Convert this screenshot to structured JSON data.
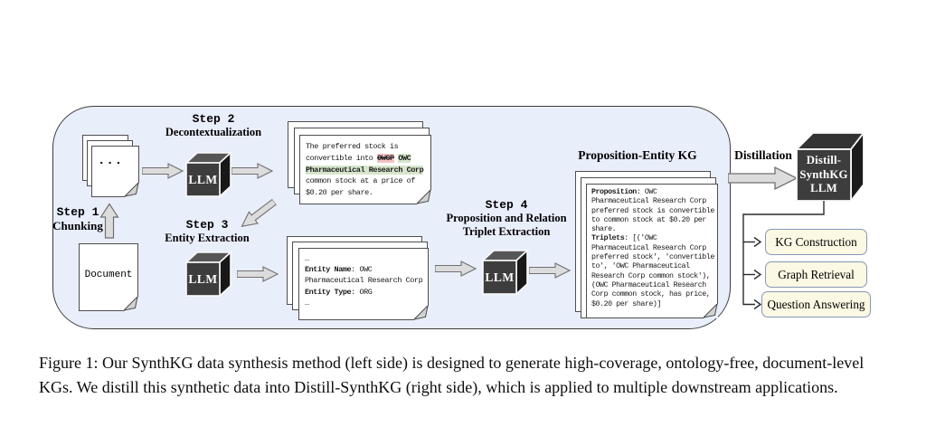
{
  "figure": {
    "caption": "Figure 1: Our SynthKG data synthesis method (left side) is designed to generate high-coverage, ontology-free, document-level KGs. We distill this synthetic data into Distill-SynthKG (right side), which is applied to multiple downstream applications."
  },
  "pipeline": {
    "step1": {
      "step_label": "Step 1",
      "name": "Chunking",
      "document_label": "Document",
      "ellipsis": "..."
    },
    "step2": {
      "step_label": "Step 2",
      "name": "Decontextualization",
      "llm_label": "LLM",
      "card_rows": [
        [
          {
            "t": "The preferred stock is convertible into "
          },
          {
            "t": "OWCP",
            "s": "strike"
          },
          {
            "t": " "
          },
          {
            "t": "OWC Pharmaceutical Research Corp",
            "s": "green"
          },
          {
            "t": " common stock at a price of $0.20 per share."
          }
        ]
      ]
    },
    "step3": {
      "step_label": "Step 3",
      "name": "Entity Extraction",
      "llm_label": "LLM",
      "card_rows": [
        [
          {
            "t": "…"
          }
        ],
        [
          {
            "t": "Entity Name",
            "s": "bold"
          },
          {
            "t": ": OWC Pharmaceutical Research Corp"
          }
        ],
        [
          {
            "t": "Entity Type",
            "s": "bold"
          },
          {
            "t": ": ORG"
          }
        ],
        [
          {
            "t": "…"
          }
        ]
      ]
    },
    "step4": {
      "step_label": "Step 4",
      "name_line1": "Proposition and Relation",
      "name_line2": "Triplet Extraction",
      "llm_label": "LLM"
    },
    "kg": {
      "title": "Proposition-Entity KG",
      "card_rows": [
        [
          {
            "t": "Proposition",
            "s": "bold"
          },
          {
            "t": ": OWC Pharmaceutical Research Corp preferred stock is convertible to common stock at $0.20 per share."
          }
        ],
        [
          {
            "t": "Triplets",
            "s": "bold"
          },
          {
            "t": ": [('OWC Pharmaceutical Research Corp preferred stock', 'convertible to', 'OWC Pharmaceutical Research Corp common stock'), (OWC Pharmaceutical Research Corp common stock, has price, $0.20 per share)]"
          }
        ]
      ]
    }
  },
  "distillation": {
    "label": "Distillation",
    "cube_lines": [
      "Distill-",
      "SynthKG",
      "LLM"
    ]
  },
  "applications": [
    {
      "label": "KG Construction"
    },
    {
      "label": "Graph Retrieval"
    },
    {
      "label": "Question Answering"
    }
  ],
  "colors": {
    "container_bg": "#e9eefb",
    "container_border": "#3c3c3c",
    "card_border": "#4d4d4d",
    "arrow_fill": "#dcdcdc",
    "arrow_stroke": "#707070",
    "cube_front": "#3d3d3d",
    "cube_top": "#565656",
    "cube_side": "#181818",
    "cube_outline": "#fafafa",
    "highlight_pink": "#f2c4c2",
    "highlight_green": "#d6e6cc",
    "app_box_bg": "#fbf8e3",
    "app_box_border": "#8498b8"
  }
}
